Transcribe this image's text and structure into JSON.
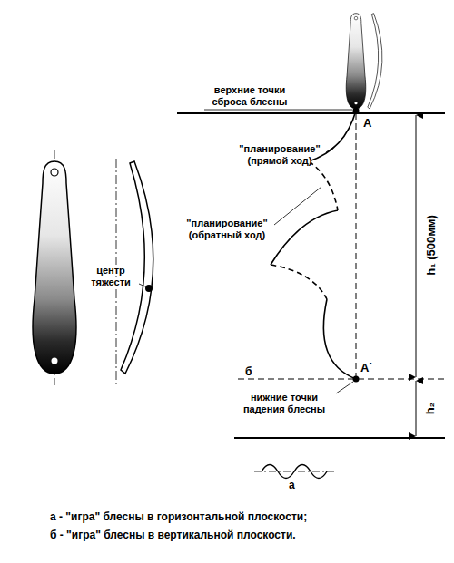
{
  "diagram": {
    "labels": [
      "верхние точки сброса блесны",
      "А",
      "h₁ (500мм)",
      "\"планирование\" (прямой ход)",
      "\"планирование\" (обратный ход)",
      "центр тяжести",
      "б",
      "А`",
      "нижние точки падения блесны",
      "h₂",
      "а",
      "а - \"игра\" блесны в горизонтальной плоскости;",
      "б - \"игра\" блесны в вертикальной плоскости."
    ]
  }
}
